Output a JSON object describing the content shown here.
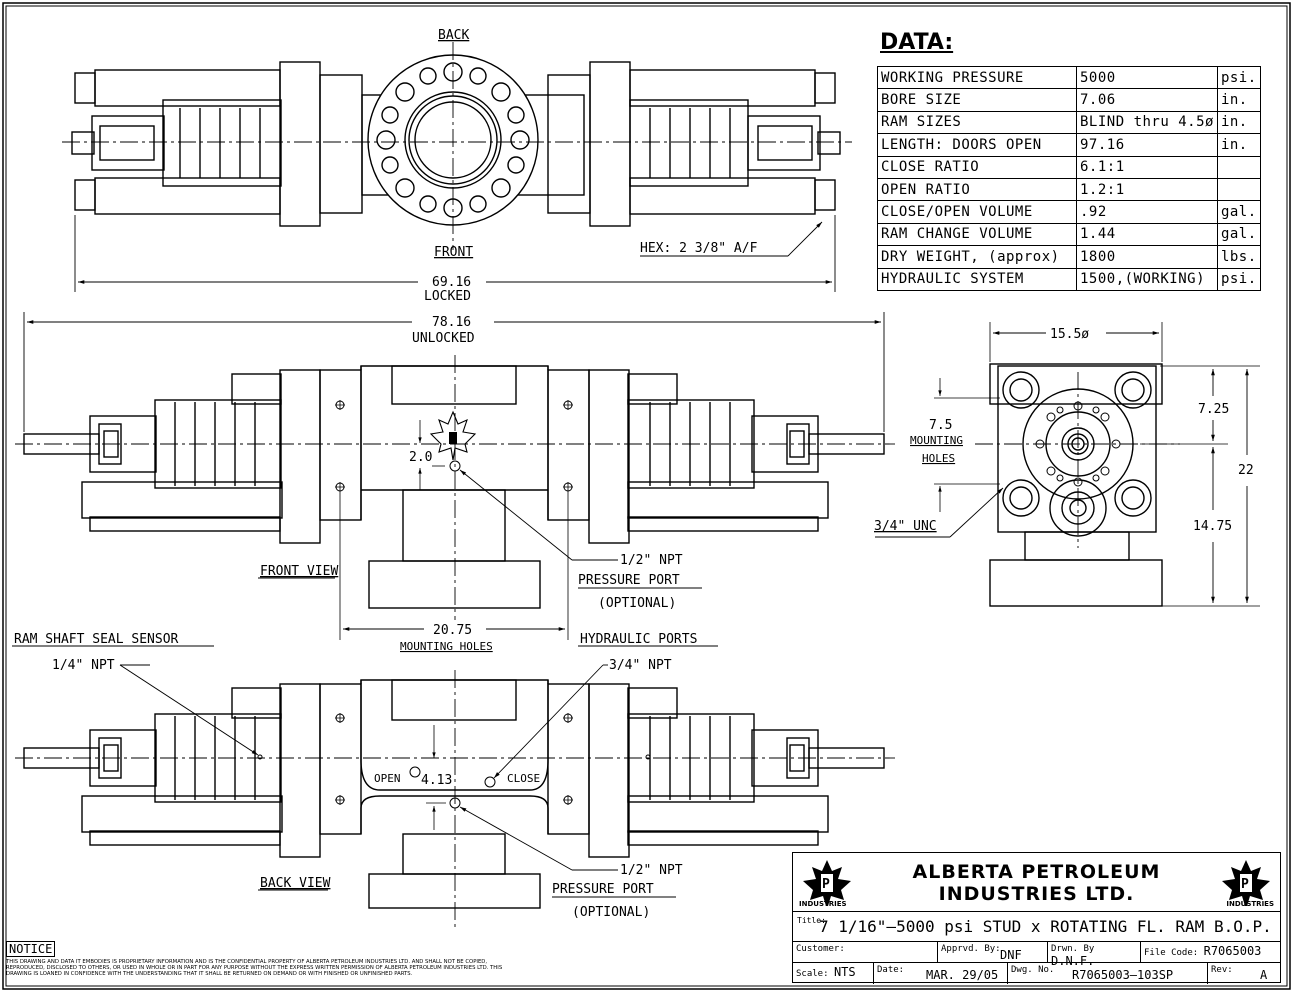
{
  "data_table": {
    "title": "DATA:",
    "rows": [
      [
        "WORKING PRESSURE",
        "5000",
        "psi."
      ],
      [
        "BORE SIZE",
        "7.06",
        "in."
      ],
      [
        "RAM SIZES",
        "BLIND thru 4.5ø",
        "in."
      ],
      [
        "LENGTH: DOORS OPEN",
        "97.16",
        "in."
      ],
      [
        "CLOSE RATIO",
        "6.1:1",
        ""
      ],
      [
        "OPEN RATIO",
        "1.2:1",
        ""
      ],
      [
        "CLOSE/OPEN VOLUME",
        ".92",
        "gal."
      ],
      [
        "RAM CHANGE VOLUME",
        "1.44",
        "gal."
      ],
      [
        "DRY WEIGHT, (approx)",
        "1800",
        "lbs."
      ],
      [
        "HYDRAULIC SYSTEM",
        "1500,(WORKING)",
        "psi."
      ]
    ]
  },
  "labels": {
    "back": "BACK",
    "front": "FRONT",
    "hex": "HEX: 2 3/8\" A/F",
    "dim_locked_value": "69.16",
    "dim_locked_label": "LOCKED",
    "dim_unlocked_value": "78.16",
    "dim_unlocked_label": "UNLOCKED",
    "dim_2_0": "2.0",
    "front_view": "FRONT VIEW",
    "half_npt": "1/2\" NPT",
    "pressure_port": "PRESSURE PORT",
    "optional": "(OPTIONAL)",
    "dim_20_75": "20.75",
    "mounting_holes": "MOUNTING HOLES",
    "ram_shaft_seal_sensor": "RAM SHAFT SEAL SENSOR",
    "quarter_npt": "1/4\" NPT",
    "hydraulic_ports": "HYDRAULIC PORTS",
    "three_quarter_npt": "3/4\" NPT",
    "open": "OPEN",
    "close": "CLOSE",
    "dim_4_13": "4.13",
    "back_view": "BACK VIEW",
    "dim_15_5": "15.5ø",
    "dim_7_5": "7.5",
    "mounting": "MOUNTING",
    "holes": "HOLES",
    "dim_7_25": "7.25",
    "dim_22": "22",
    "dim_14_75": "14.75",
    "three_quarter_unc": "3/4\" UNC"
  },
  "title_block": {
    "company_line1": "ALBERTA PETROLEUM",
    "company_line2": "INDUSTRIES LTD.",
    "logo_text": "INDUSTRIES",
    "title_label": "Title:",
    "title": "7 1/16\"—5000 psi STUD x ROTATING FL. RAM B.O.P.",
    "customer_label": "Customer:",
    "apprvd_label": "Apprvd. By:",
    "apprvd": "DNF",
    "drwn_label": "Drwn. By",
    "drwn": "D.N.F.",
    "file_code_label": "File Code:",
    "file_code": "R7065003",
    "scale_label": "Scale:",
    "scale": "NTS",
    "date_label": "Date:",
    "date": "MAR. 29/05",
    "dwg_label": "Dwg. No.",
    "dwg": "R7065003—103SP",
    "rev_label": "Rev:",
    "rev": "A"
  },
  "notice": {
    "heading": "NOTICE",
    "text": "THIS DRAWING AND DATA IT EMBODIES IS PROPRIETARY INFORMATION AND IS THE CONFIDENTIAL PROPERTY OF ALBERTA PETROLEUM INDUSTRIES LTD. AND SHALL NOT BE COPIED, REPRODUCED, DISCLOSED TO OTHERS, OR USED IN WHOLE OR IN PART FOR ANY PURPOSE WITHOUT THE EXPRESS WRITTEN PERMISSION OF ALBERTA PETROLEUM INDUSTRIES LTD. THIS DRAWING IS LOANED IN CONFIDENCE WITH THE UNDERSTANDING THAT IT SHALL BE RETURNED ON DEMAND OR WITH FINISHED OR UNFINISHED PARTS."
  }
}
